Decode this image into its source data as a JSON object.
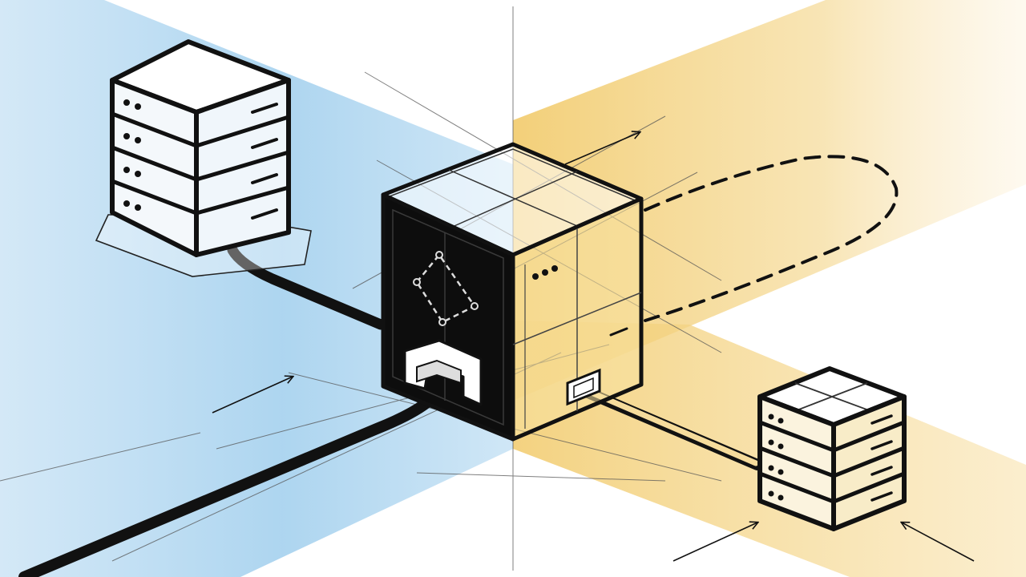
{
  "colors": {
    "background": "#ffffff",
    "cool_zone": "#a9d3ef",
    "warm_zone": "#f2cd72",
    "ink": "#111111",
    "guide_line": "#555555",
    "dark_panel": "#0d0d0d"
  },
  "elements": {
    "left_server": {
      "type": "server-stack",
      "icon": "server-icon",
      "drive_slots": 4,
      "zone": "cool"
    },
    "central_unit": {
      "type": "gateway-cube",
      "icon": "gateway-cube-icon",
      "front_panel_symbol": "dashed-diamond",
      "zone": "split"
    },
    "right_server": {
      "type": "server-stack",
      "icon": "server-icon",
      "drive_slots": 4,
      "zone": "warm"
    }
  },
  "connections": [
    {
      "from": "left_server",
      "to": "central_unit",
      "style": "solid-thick"
    },
    {
      "from": "off-canvas",
      "to": "central_unit",
      "style": "solid-thick",
      "entry": "bottom-port"
    },
    {
      "from": "central_unit",
      "to": "right_server",
      "style": "double-line"
    },
    {
      "from": "central_unit",
      "to": "central_unit",
      "style": "dashed-loop",
      "direction": "outbound-return"
    }
  ],
  "arrows": [
    {
      "icon": "arrow-icon",
      "meaning": "inbound-flow"
    },
    {
      "icon": "arrow-icon",
      "meaning": "outbound-flow"
    },
    {
      "icon": "arrow-icon",
      "meaning": "inbound-flow"
    },
    {
      "icon": "arrow-icon",
      "meaning": "inbound-flow"
    }
  ]
}
